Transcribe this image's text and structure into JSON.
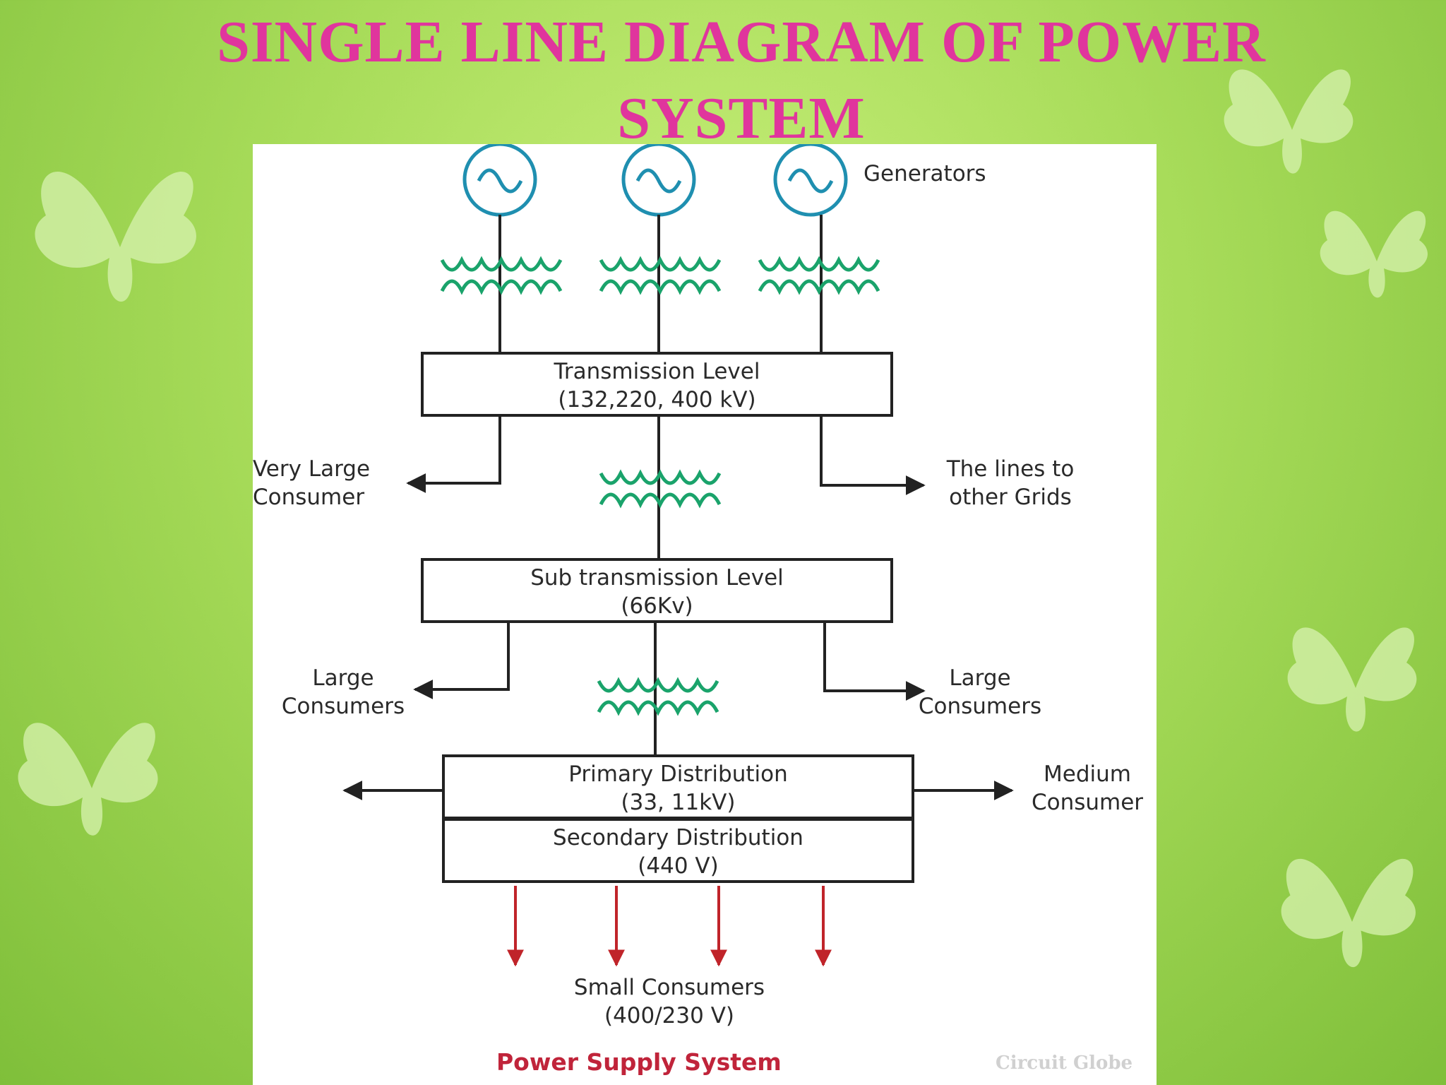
{
  "title": {
    "line1": "SINGLE LINE DIAGRAM OF POWER",
    "line2": "SYSTEM"
  },
  "diagram": {
    "generators_label": "Generators",
    "transmission": {
      "name": "Transmission Level",
      "voltage": "(132,220, 400 kV)"
    },
    "subtransmission": {
      "name": "Sub transmission Level",
      "voltage": "(66Kv)"
    },
    "primary": {
      "name": "Primary Distribution",
      "voltage": "(33, 11kV)"
    },
    "secondary": {
      "name": "Secondary Distribution",
      "voltage": "(440 V)"
    },
    "very_large_consumer": {
      "line1": "Very Large",
      "line2": "Consumer"
    },
    "other_grids": {
      "line1": "The lines to",
      "line2": "other Grids"
    },
    "large_consumers_left": {
      "line1": "Large",
      "line2": "Consumers"
    },
    "large_consumers_right": {
      "line1": "Large",
      "line2": "Consumers"
    },
    "medium_consumer": {
      "line1": "Medium",
      "line2": "Consumer"
    },
    "small_consumers": {
      "name": "Small Consumers",
      "voltage": "(400/230 V)"
    },
    "caption": "Power Supply System",
    "watermark": "Circuit Globe"
  },
  "colors": {
    "title": "#e0359d",
    "generator": "#1f8fb0",
    "transformer": "#1aa36b",
    "small_consumer_arrow": "#c0242a",
    "caption": "#c0243a"
  }
}
